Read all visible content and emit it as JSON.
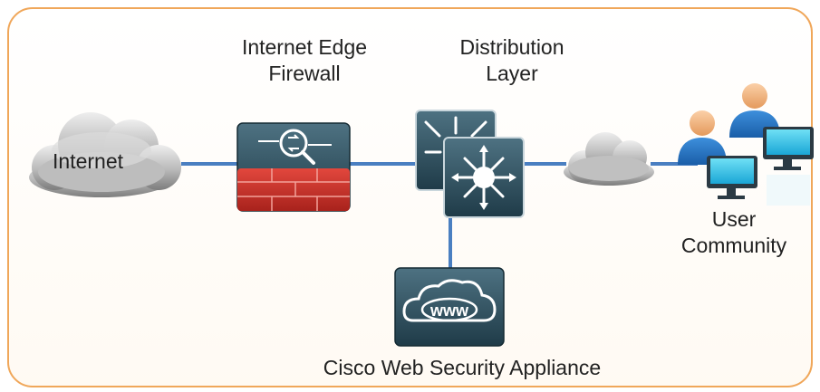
{
  "labels": {
    "internet": "Internet",
    "firewall_line1": "Internet Edge",
    "firewall_line2": "Firewall",
    "distribution_line1": "Distribution",
    "distribution_line2": "Layer",
    "users_line1": "User",
    "users_line2": "Community",
    "wsa": "Cisco Web Security Appliance"
  },
  "icons": {
    "internet": "cloud-icon",
    "firewall": "firewall-icon",
    "distribution": "layer3-switch-icon",
    "wan": "cloud-icon",
    "users": "user-workstation-icon",
    "wsa": "web-security-appliance-icon"
  },
  "colors": {
    "link": "#4a7fc1",
    "frame": "#f0a75a",
    "firewall_red": "#c8332b",
    "device_teal": "#2c4d5c"
  }
}
